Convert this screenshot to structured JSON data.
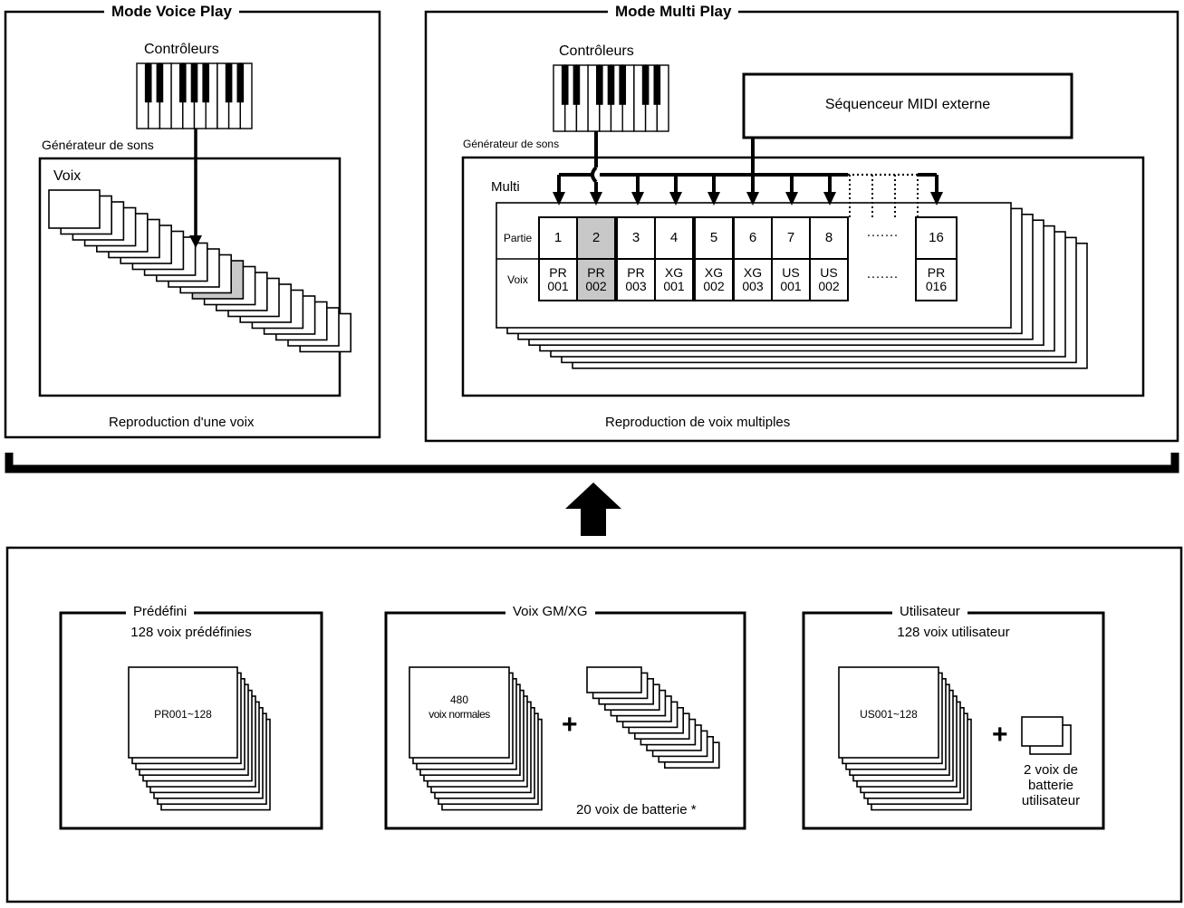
{
  "voice_play": {
    "title": "Mode Voice Play",
    "controllers_label": "Contrôleurs",
    "tone_generator_label": "Générateur de sons",
    "voice_label": "Voix",
    "caption": "Reproduction d'une voix"
  },
  "multi_play": {
    "title": "Mode Multi Play",
    "controllers_label": "Contrôleurs",
    "tone_generator_label": "Générateur de sons",
    "sequencer_label": "Séquenceur MIDI externe",
    "multi_label": "Multi",
    "part_row_label": "Partie",
    "voice_row_label": "Voix",
    "parts": [
      {
        "part": "1",
        "voice_line1": "PR",
        "voice_line2": "001"
      },
      {
        "part": "2",
        "voice_line1": "PR",
        "voice_line2": "002"
      },
      {
        "part": "3",
        "voice_line1": "PR",
        "voice_line2": "003"
      },
      {
        "part": "4",
        "voice_line1": "XG",
        "voice_line2": "001"
      },
      {
        "part": "5",
        "voice_line1": "XG",
        "voice_line2": "002"
      },
      {
        "part": "6",
        "voice_line1": "XG",
        "voice_line2": "003"
      },
      {
        "part": "7",
        "voice_line1": "US",
        "voice_line2": "001"
      },
      {
        "part": "8",
        "voice_line1": "US",
        "voice_line2": "002"
      }
    ],
    "ellipsis": "·······",
    "last_part": {
      "part": "16",
      "voice_line1": "PR",
      "voice_line2": "016"
    },
    "caption": "Reproduction de voix multiples"
  },
  "preset": {
    "title": "Prédéfini",
    "subtitle": "128 voix prédéfinies",
    "range_label": "PR001~128"
  },
  "gmxg": {
    "title": "Voix GM/XG",
    "normal_line1": "480",
    "normal_line2": "voix normales",
    "plus": "+",
    "drum_label": "20 voix de batterie *"
  },
  "user": {
    "title": "Utilisateur",
    "subtitle": "128 voix utilisateur",
    "range_label": "US001~128",
    "plus": "+",
    "drum_line1": "2 voix de",
    "drum_line2": "batterie",
    "drum_line3": "utilisateur"
  },
  "colors": {
    "line": "#000000",
    "highlight": "#c8c8c8",
    "background": "#ffffff"
  }
}
